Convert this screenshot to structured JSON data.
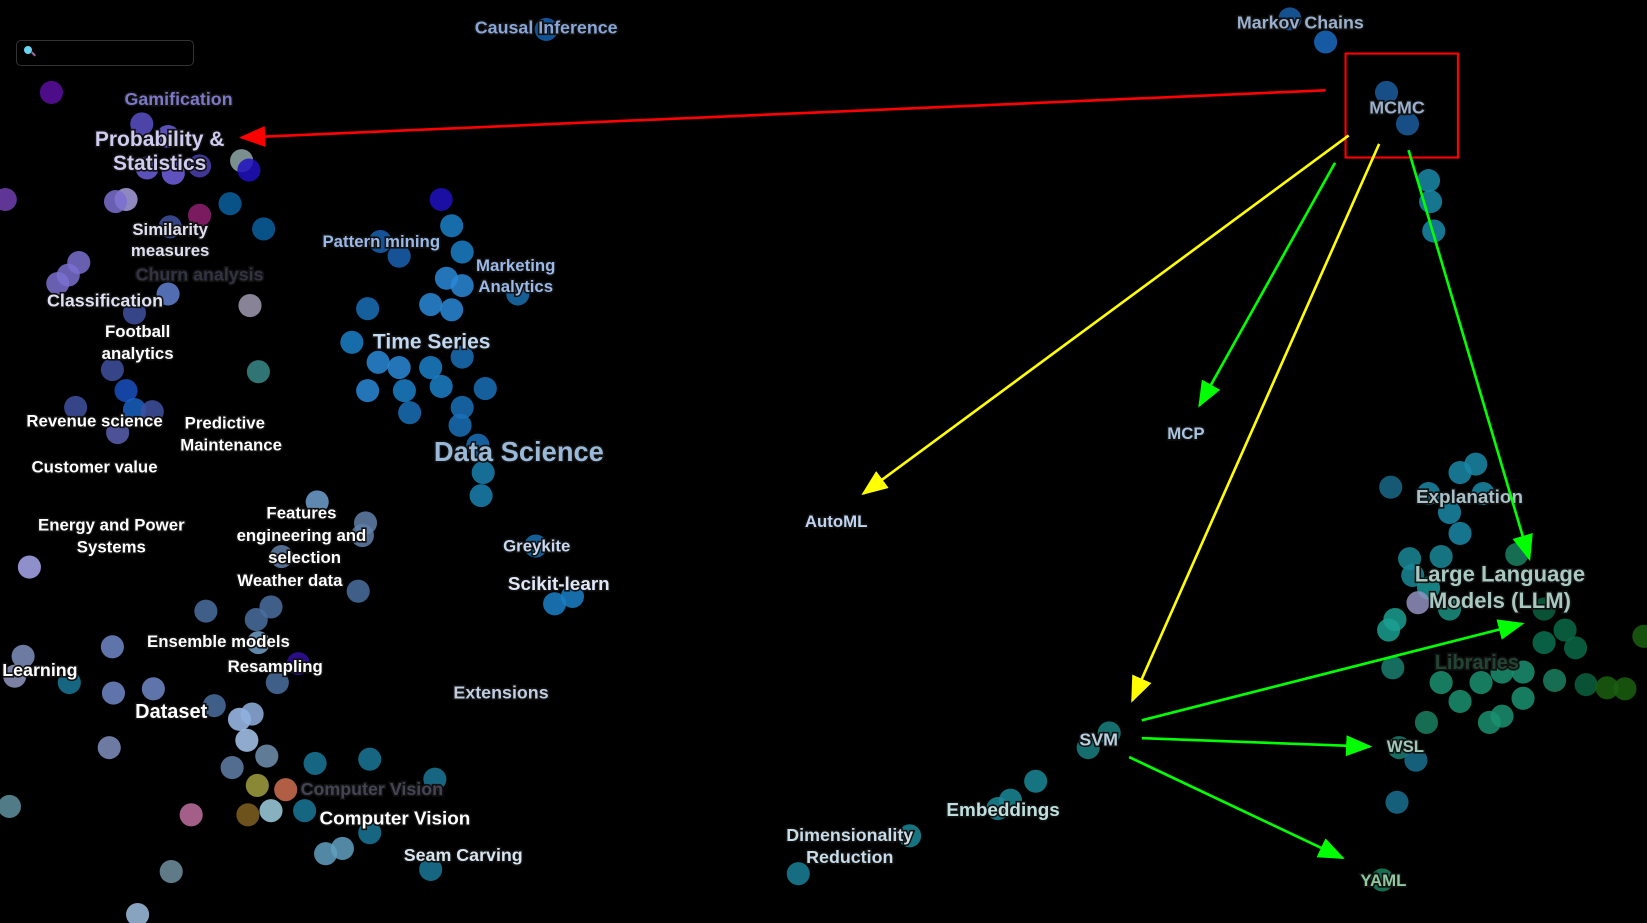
{
  "search": {
    "placeholder": ""
  },
  "labels": {
    "causal_inference": "Causal Inference",
    "markov_chains": "Markov Chains",
    "mcmc": "MCMC",
    "gamification": "Gamification",
    "prob_stats_1": "Probability &",
    "prob_stats_2": "Statistics",
    "similarity_1": "Similarity",
    "similarity_2": "measures",
    "churn": "Churn analysis",
    "classification": "Classification",
    "football_1": "Football",
    "football_2": "analytics",
    "revenue": "Revenue science",
    "predictive_1": "Predictive",
    "predictive_2": "Maintenance",
    "customer_value": "Customer value",
    "energy_1": "Energy and Power",
    "energy_2": "Systems",
    "features_1": "Features",
    "features_2": "engineering and",
    "features_3": "selection",
    "weather": "Weather data",
    "pattern_mining": "Pattern mining",
    "marketing_1": "Marketing",
    "marketing_2": "Analytics",
    "time_series": "Time Series",
    "data_science": "Data Science",
    "greykite": "Greykite",
    "scikit_learn": "Scikit-learn",
    "ensemble": "Ensemble models",
    "resampling": "Resampling",
    "learning": "Learning",
    "dataset": "Dataset",
    "extensions": "Extensions",
    "computer_vision_a": "Computer Vision",
    "computer_vision_b": "Computer Vision",
    "seam_carving": "Seam Carving",
    "automl": "AutoML",
    "mcp": "MCP",
    "svm": "SVM",
    "embeddings": "Embeddings",
    "dimred_1": "Dimensionality",
    "dimred_2": "Reduction",
    "explanation": "Explanation",
    "llm_1": "Large Language",
    "llm_2": "Models (LLM)",
    "libraries": "Libraries",
    "wsl": "WSL",
    "yaml": "YAML"
  },
  "annotation_colors": {
    "red": "#ff0000",
    "yellow": "#ffff00",
    "green": "#00ff00"
  }
}
